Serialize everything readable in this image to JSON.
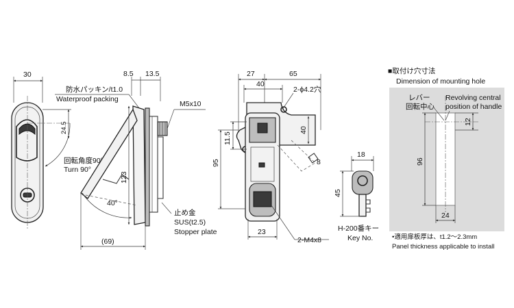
{
  "front_view": {
    "width_label": "30",
    "height_label": "123",
    "handle_offset_label": "24.5",
    "rotation_jp": "回転角度90°",
    "rotation_en": "Turn 90°"
  },
  "side_view": {
    "thickness_a_label": "8.5",
    "thickness_b_label": "13.5",
    "packing_jp": "防水パッキン/t1.0",
    "packing_en": "Waterproof packing",
    "screw_label": "M5x10",
    "angle_label": "40°",
    "swing_label": "(69)",
    "stopper_jp": "止め金",
    "stopper_sus": "SUS(t2.5)",
    "stopper_en": "Stopper plate"
  },
  "rear_view": {
    "dim_27": "27",
    "dim_65": "65",
    "dim_40_top": "40",
    "hole_label": "2-ϕ4.2穴",
    "dim_40_side": "40",
    "dim_11_5": "11.5",
    "dim_95": "95",
    "dim_8": "8",
    "dim_23": "23",
    "screw_label": "2-M4x8"
  },
  "key": {
    "width_label": "18",
    "height_label": "45",
    "name_jp": "H-200番キー",
    "name_en": "Key No."
  },
  "mounting_hole": {
    "title_jp": "■取付け穴寸法",
    "title_en": "Dimension of mounting hole",
    "lever_jp_1": "レバー",
    "lever_jp_2": "回転中心",
    "center_en_1": "Revolving central",
    "center_en_2": "position of handle",
    "dim_12": "12",
    "dim_96": "96",
    "dim_24": "24",
    "note_jp": "•適用扉板厚は、t1.2～2.3mm",
    "note_en": "Panel thickness applicable to install"
  }
}
